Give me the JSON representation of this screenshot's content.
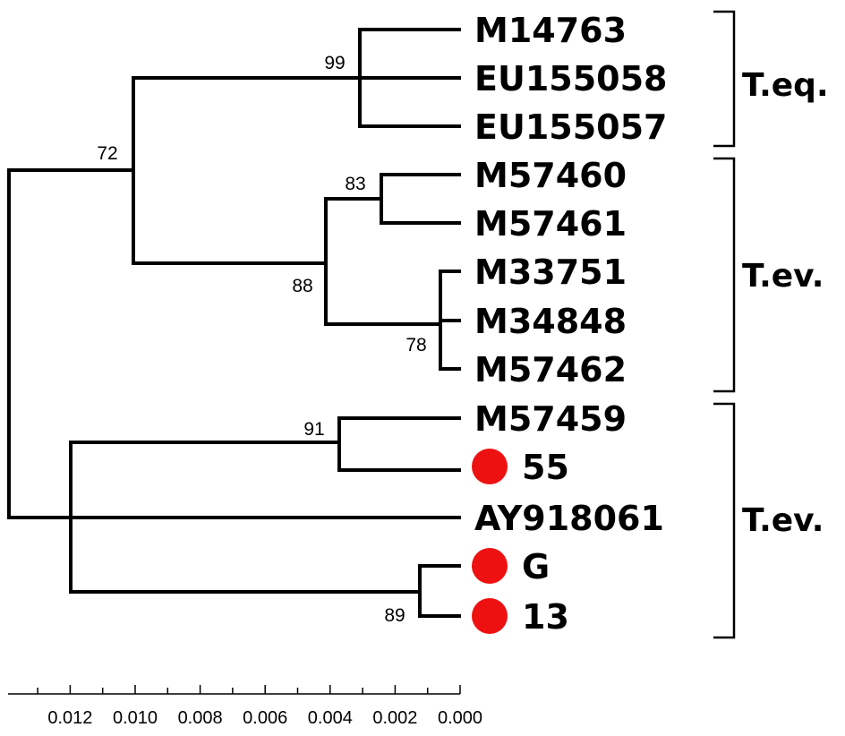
{
  "tree": {
    "taxa": [
      {
        "label": "M14763",
        "marked": false
      },
      {
        "label": "EU155058",
        "marked": false
      },
      {
        "label": "EU155057",
        "marked": false
      },
      {
        "label": "M57460",
        "marked": false
      },
      {
        "label": "M57461",
        "marked": false
      },
      {
        "label": "M33751",
        "marked": false
      },
      {
        "label": "M34848",
        "marked": false
      },
      {
        "label": "M57462",
        "marked": false
      },
      {
        "label": "M57459",
        "marked": false
      },
      {
        "label": "55",
        "marked": true
      },
      {
        "label": "AY918061",
        "marked": false
      },
      {
        "label": "G",
        "marked": true
      },
      {
        "label": "13",
        "marked": true
      }
    ],
    "support_values": [
      {
        "node": "teq",
        "value": "99"
      },
      {
        "node": "upper",
        "value": "72"
      },
      {
        "node": "m5746x",
        "value": "83"
      },
      {
        "node": "tev1",
        "value": "88"
      },
      {
        "node": "m3x",
        "value": "78"
      },
      {
        "node": "m57459-55",
        "value": "91"
      },
      {
        "node": "g-13",
        "value": "89"
      }
    ],
    "clades": [
      {
        "label": "T.eq.",
        "first": 0,
        "last": 2
      },
      {
        "label": "T.ev.",
        "first": 3,
        "last": 7
      },
      {
        "label": "T.ev.",
        "first": 8,
        "last": 12
      }
    ],
    "marker_color": "#ee1111"
  },
  "scale_axis": {
    "ticks": [
      "0.012",
      "0.010",
      "0.008",
      "0.006",
      "0.004",
      "0.002",
      "0.000"
    ]
  }
}
